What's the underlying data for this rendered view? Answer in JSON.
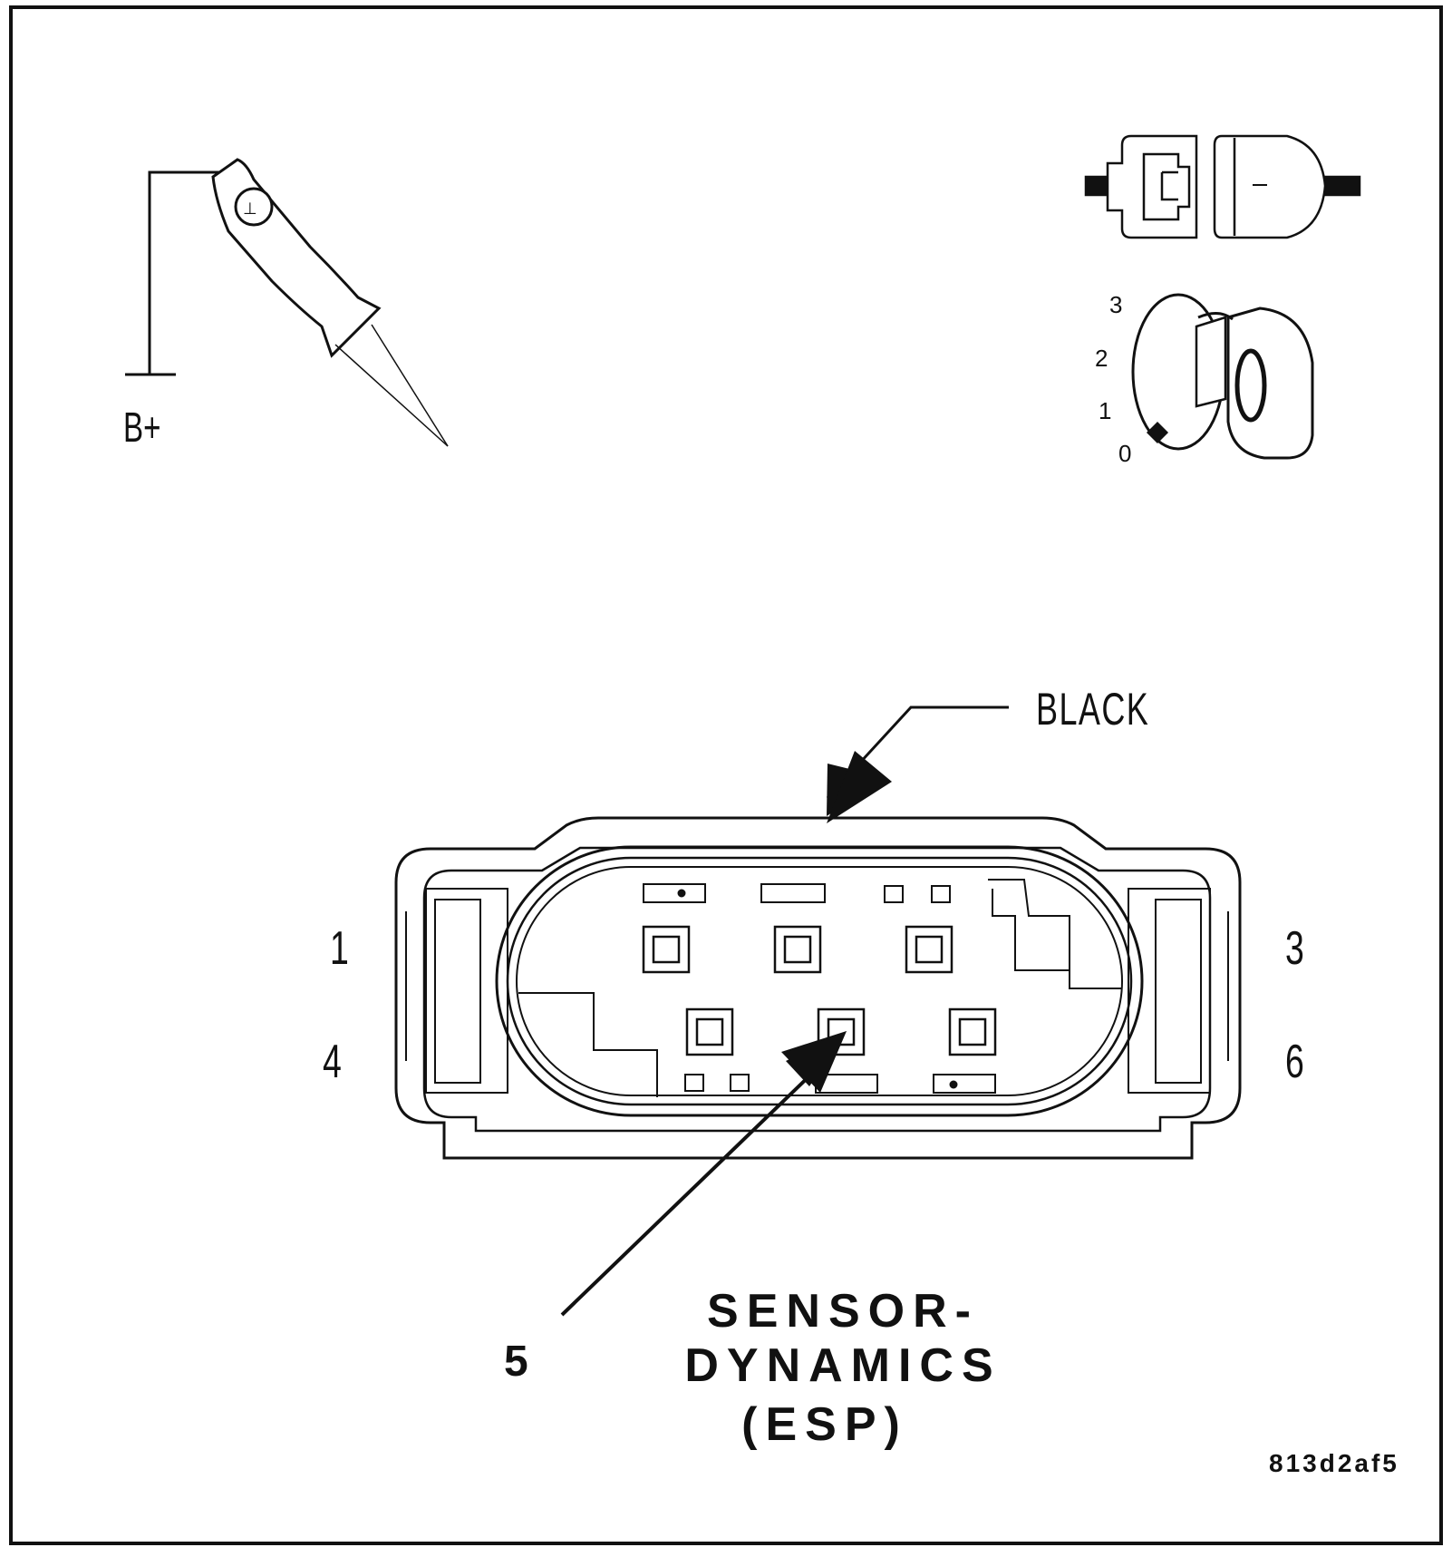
{
  "probe": {
    "label": "B+"
  },
  "ignition": {
    "positions": [
      "3",
      "2",
      "1",
      "0"
    ]
  },
  "connector": {
    "color_label": "BLACK",
    "pin_labels": {
      "top_left": "1",
      "bottom_left": "4",
      "top_right": "3",
      "bottom_right": "6"
    },
    "indicated_pin": "5",
    "name_lines": [
      "SENSOR-",
      "DYNAMICS",
      "(ESP)"
    ]
  },
  "figure_id": "813d2af5"
}
